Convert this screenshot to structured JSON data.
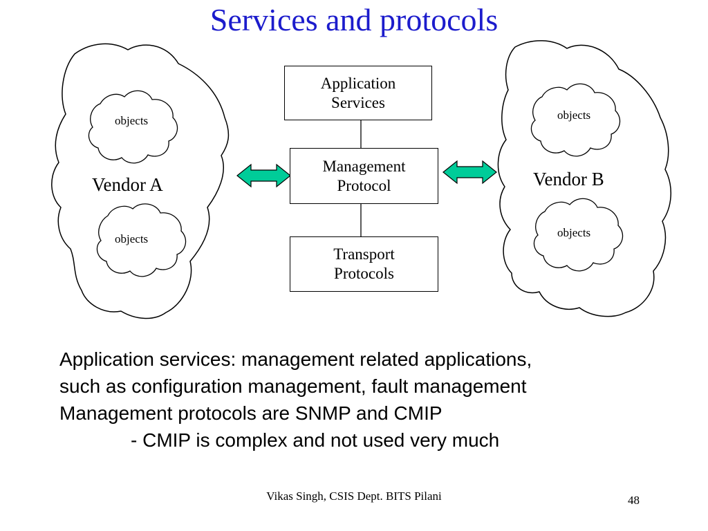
{
  "title": "Services and protocols",
  "diagram": {
    "stack": [
      {
        "lines": [
          "Application",
          "Services"
        ]
      },
      {
        "lines": [
          "Management",
          "Protocol"
        ]
      },
      {
        "lines": [
          "Transport",
          "Protocols"
        ]
      }
    ],
    "vendor_a": {
      "label": "Vendor A",
      "objects": [
        "objects",
        "objects"
      ]
    },
    "vendor_b": {
      "label": "Vendor B",
      "objects": [
        "objects",
        "objects"
      ]
    },
    "arrow_fill": "#00cc99",
    "cloud_stroke": "#000000"
  },
  "bullets": [
    "Application services: management related applications,",
    "such as configuration management, fault management",
    "Management protocols are SNMP and CMIP",
    "- CMIP is complex and not used very much"
  ],
  "footer": "Vikas Singh, CSIS Dept. BITS Pilani",
  "page_number": "48",
  "colors": {
    "title": "#1c1ccc"
  }
}
